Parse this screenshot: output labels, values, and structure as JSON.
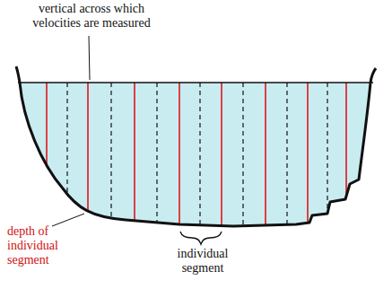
{
  "diagram": {
    "labels": [
      "vertical across which velocities are measured",
      "depth of individual segment",
      "individual segment"
    ]
  }
}
